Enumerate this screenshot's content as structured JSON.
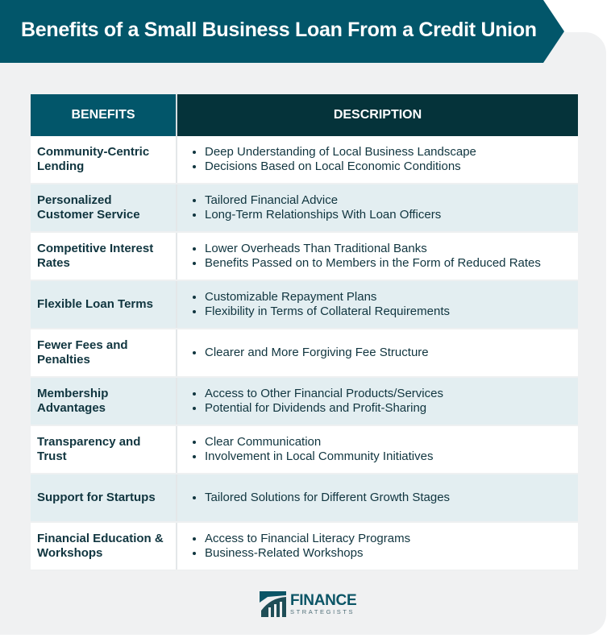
{
  "title": "Benefits of a Small Business Loan From a Credit Union",
  "headers": [
    "BENEFITS",
    "DESCRIPTION"
  ],
  "rows": [
    {
      "benefit": "Community-Centric Lending",
      "items": [
        "Deep Understanding of Local Business Landscape",
        "Decisions Based on Local Economic Conditions"
      ]
    },
    {
      "benefit": "Personalized Customer Service",
      "items": [
        "Tailored Financial Advice",
        "Long-Term Relationships With Loan Officers"
      ]
    },
    {
      "benefit": "Competitive Interest Rates",
      "items": [
        "Lower Overheads Than Traditional Banks",
        "Benefits Passed on to Members in the Form of Reduced Rates"
      ]
    },
    {
      "benefit": "Flexible Loan Terms",
      "items": [
        "Customizable Repayment Plans",
        "Flexibility in Terms of Collateral Requirements"
      ]
    },
    {
      "benefit": "Fewer Fees and Penalties",
      "items": [
        "Clearer and More Forgiving Fee Structure"
      ]
    },
    {
      "benefit": "Membership Advantages",
      "items": [
        " Access to Other Financial Products/Services",
        "Potential for Dividends and Profit-Sharing"
      ]
    },
    {
      "benefit": "Transparency and Trust",
      "items": [
        "Clear Communication",
        "Involvement in Local Community Initiatives"
      ]
    },
    {
      "benefit": "Support for Startups",
      "items": [
        "Tailored Solutions for Different Growth Stages"
      ]
    },
    {
      "benefit": "Financial Education & Workshops",
      "items": [
        "Access to Financial Literacy Programs",
        "Business-Related Workshops"
      ]
    }
  ],
  "logo": {
    "line1": "FINANCE",
    "line2": "STRATEGISTS"
  }
}
